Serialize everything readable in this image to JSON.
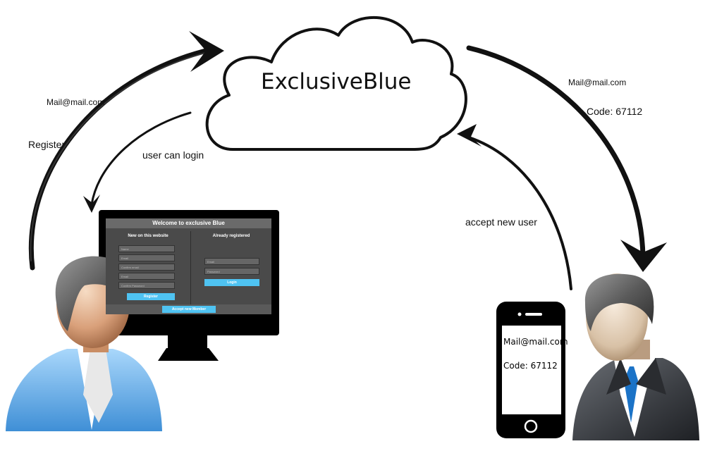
{
  "cloud": {
    "title": "ExclusiveBlue"
  },
  "edges": {
    "register_email": "Mail@mail.com",
    "register": "Register",
    "user_can_login": "user can login",
    "notify_email": "Mail@mail.com",
    "notify_code": "Code: 67112",
    "accept_new_user": "accept new user"
  },
  "monitor_screen": {
    "header": "Welcome to exclusive Blue",
    "new_title": "New on this website",
    "registered_title": "Already registered",
    "register_fields": [
      "Name",
      "Email",
      "Confirm email",
      "Email",
      "Confirm Password"
    ],
    "register_button": "Register",
    "login_fields": [
      "Email",
      "Password"
    ],
    "login_button": "Login",
    "accept_button": "Accept new Member"
  },
  "phone": {
    "email": "Mail@mail.com",
    "code": "Code: 67112"
  },
  "colors": {
    "screen_bg": "#4a4a4a",
    "button_blue": "#4fc3f2",
    "user_shirt": "#6fb6ef",
    "admin_tie": "#1b73c7"
  }
}
